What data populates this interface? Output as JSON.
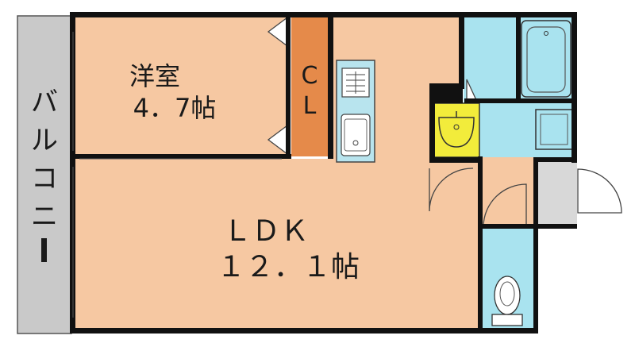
{
  "balcony": {
    "label": "バルコニー"
  },
  "western_room": {
    "name": "洋室",
    "size": "4．7帖"
  },
  "closet": {
    "label_top": "C",
    "label_bottom": "L"
  },
  "ldk": {
    "name": "ＬＤＫ",
    "size": "１２．１帖"
  },
  "colors": {
    "floor_wood": "#f6c8a2",
    "wet_area": "#a9e3ef",
    "closet": "#e58a4a",
    "balcony": "#c9c9c9",
    "washbasin": "#f2ec3b",
    "entrance": "#d8d8d8",
    "walls": "#111111"
  }
}
